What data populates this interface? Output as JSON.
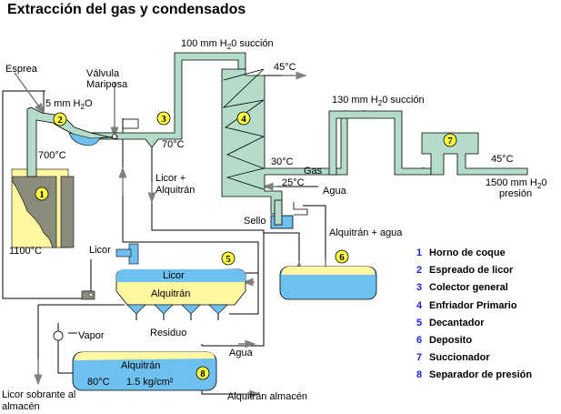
{
  "title": "Extracción del gas y condensados",
  "colors": {
    "gas_pipe": "#b4dcc8",
    "liquor": "#6ec0f0",
    "tar": "#fff8a0",
    "oven": "#8c8c7c",
    "marker": "#ffff44",
    "legend_number": "#1a23d6",
    "arrow": "#808080"
  },
  "labels": {
    "espreа": "Espreа",
    "espre": "Esprea",
    "pressure_2": "5 mm H",
    "pressure_2_sub": "2",
    "pressure_2_tail": "O",
    "valve": "Válvula",
    "valve_2": "Mariposa",
    "temp_700": "700°C",
    "temp_1100": "1100°C",
    "temp_70": "70°C",
    "licor_alq_1": "Licor +",
    "licor_alq_2": "Alquitrán",
    "suction_100": "100 mm H",
    "suction_100_tail": "0 succión",
    "temp_45_top": "45°C",
    "temp_30": "30°C",
    "gas": "Gas",
    "temp_25": "25°C",
    "agua_in": "Agua",
    "sello": "Sello",
    "alq_agua": "Alquitrán + agua",
    "suction_130": "130 mm H",
    "suction_130_tail": "0 succión",
    "temp_45_right": "45°C",
    "pressure_1500": "1500 mm H",
    "pressure_1500_tail": "0",
    "presion": "presión",
    "sub2": "2",
    "licor_pump": "Licor",
    "decanter_licor": "Licor",
    "decanter_alq": "Alquitrán",
    "residuo": "Residuo",
    "vapor": "Vapor",
    "agua_out": "Agua",
    "sep_alq": "Alquitrán",
    "sep_temp": "80°C",
    "sep_pressure": "1.5 kg/cm²",
    "alq_almacen": "Alquitrán almacén",
    "licor_sobrante_1": "Licor sobrante al",
    "licor_sobrante_2": "almacén"
  },
  "markers": [
    "1",
    "2",
    "3",
    "4",
    "5",
    "6",
    "7",
    "8"
  ],
  "legend": [
    {
      "n": "1",
      "text": "Horno de coque"
    },
    {
      "n": "2",
      "text": "Espreado de licor"
    },
    {
      "n": "3",
      "text": "Colector general"
    },
    {
      "n": "4",
      "text": "Enfriador Primario"
    },
    {
      "n": "5",
      "text": "Decantador"
    },
    {
      "n": "6",
      "text": "Deposito"
    },
    {
      "n": "7",
      "text": "Succionador"
    },
    {
      "n": "8",
      "text": "Separador de presión"
    }
  ]
}
